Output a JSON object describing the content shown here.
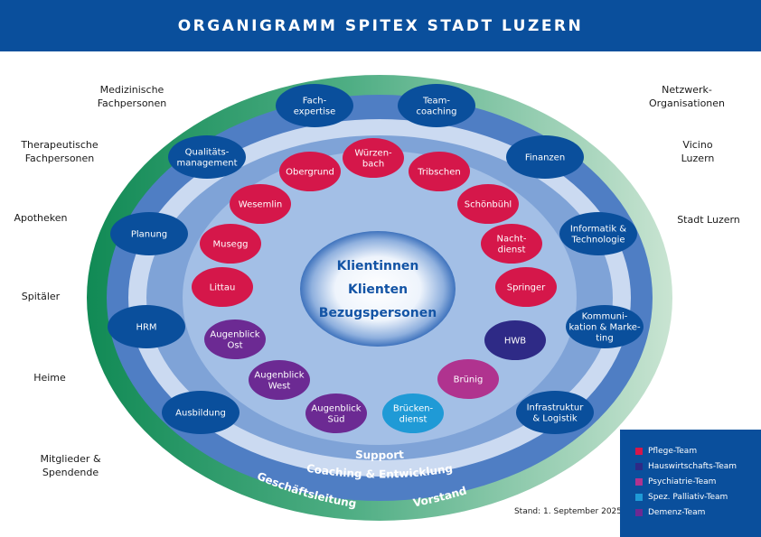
{
  "title": "ORGANIGRAMM SPITEX STADT LUZERN",
  "center": [
    "Klientinnen",
    "Klienten",
    "Bezugspersonen"
  ],
  "rings": {
    "support": "Support",
    "coaching": "Coaching & Entwicklung",
    "geschaeftsleitung": "Geschäftsleitung",
    "vorstand": "Vorstand"
  },
  "external_left": [
    [
      "Medizinische",
      "Fachpersonen"
    ],
    [
      "Therapeutische",
      "Fachpersonen"
    ],
    [
      "Apotheken"
    ],
    [
      "Spitäler"
    ],
    [
      "Heime"
    ],
    [
      "Mitglieder &",
      "Spendende"
    ]
  ],
  "external_right": [
    [
      "Netzwerk-",
      "Organisationen"
    ],
    [
      "Vicino",
      "Luzern"
    ],
    [
      "Stadt Luzern"
    ]
  ],
  "support_units": [
    {
      "key": "fachexpertise",
      "lines": [
        "Fach-",
        "expertise"
      ]
    },
    {
      "key": "teamcoaching",
      "lines": [
        "Team-",
        "coaching"
      ]
    },
    {
      "key": "qualitaetsmanagement",
      "lines": [
        "Qualitäts-",
        "management"
      ]
    },
    {
      "key": "finanzen",
      "lines": [
        "Finanzen"
      ]
    },
    {
      "key": "planung",
      "lines": [
        "Planung"
      ]
    },
    {
      "key": "informatik",
      "lines": [
        "Informatik &",
        "Technologie"
      ]
    },
    {
      "key": "hrm",
      "lines": [
        "HRM"
      ]
    },
    {
      "key": "kommunikation",
      "lines": [
        "Kommuni-",
        "kation & Marke-",
        "ting"
      ]
    },
    {
      "key": "ausbildung",
      "lines": [
        "Ausbildung"
      ]
    },
    {
      "key": "infrastruktur",
      "lines": [
        "Infrastruktur",
        "& Logistik"
      ]
    }
  ],
  "teams": [
    {
      "key": "wuerzenbach",
      "lines": [
        "Würzen-",
        "bach"
      ],
      "type": "pflege"
    },
    {
      "key": "obergrund",
      "lines": [
        "Obergrund"
      ],
      "type": "pflege"
    },
    {
      "key": "tribschen",
      "lines": [
        "Tribschen"
      ],
      "type": "pflege"
    },
    {
      "key": "wesemlin",
      "lines": [
        "Wesemlin"
      ],
      "type": "pflege"
    },
    {
      "key": "schoenbuehl",
      "lines": [
        "Schönbühl"
      ],
      "type": "pflege"
    },
    {
      "key": "musegg",
      "lines": [
        "Musegg"
      ],
      "type": "pflege"
    },
    {
      "key": "nachtdienst",
      "lines": [
        "Nacht-",
        "dienst"
      ],
      "type": "pflege"
    },
    {
      "key": "littau",
      "lines": [
        "Littau"
      ],
      "type": "pflege"
    },
    {
      "key": "springer",
      "lines": [
        "Springer"
      ],
      "type": "pflege"
    },
    {
      "key": "augenblick-ost",
      "lines": [
        "Augenblick",
        "Ost"
      ],
      "type": "demenz"
    },
    {
      "key": "hwb",
      "lines": [
        "HWB"
      ],
      "type": "hauswirtschaft"
    },
    {
      "key": "augenblick-west",
      "lines": [
        "Augenblick",
        "West"
      ],
      "type": "demenz"
    },
    {
      "key": "bruenig",
      "lines": [
        "Brünig"
      ],
      "type": "psychiatrie"
    },
    {
      "key": "augenblick-sued",
      "lines": [
        "Augenblick",
        "Süd"
      ],
      "type": "demenz"
    },
    {
      "key": "brueckendienst",
      "lines": [
        "Brücken-",
        "dienst"
      ],
      "type": "palliativ"
    }
  ],
  "legend": [
    {
      "type": "pflege",
      "label": "Pflege-Team",
      "color": "#d5174a"
    },
    {
      "type": "hauswirtschaft",
      "label": "Hauswirtschafts-Team",
      "color": "#2e2a86"
    },
    {
      "type": "psychiatrie",
      "label": "Psychiatrie-Team",
      "color": "#b0338f"
    },
    {
      "type": "palliativ",
      "label": "Spez. Palliativ-Team",
      "color": "#1f9ad6"
    },
    {
      "type": "demenz",
      "label": "Demenz-Team",
      "color": "#6c2a93"
    }
  ],
  "colors": {
    "header": "#0a4f9c",
    "support_node": "#0a4f9c",
    "outer_ring_left": "#118a55",
    "outer_ring_right": "#c9e4d2",
    "ring_dark": "#4f7ec4",
    "ring_light": "#cbdaf1",
    "center_text": "#1354a5"
  },
  "stand": "Stand: 1. September 2025"
}
